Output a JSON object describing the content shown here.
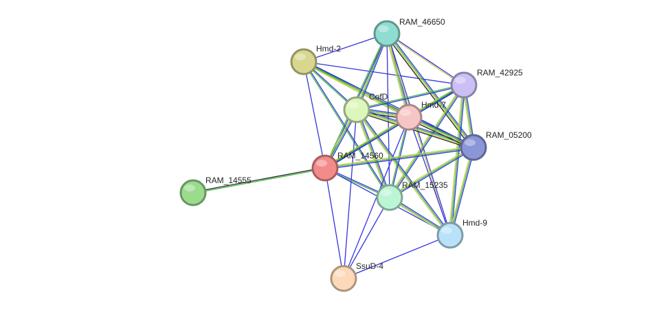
{
  "network": {
    "nodes": [
      {
        "id": "RAM_46650",
        "label": "RAM_46650",
        "color": "#8fdcd0"
      },
      {
        "id": "Hmd-2",
        "label": "Hmd-2",
        "color": "#d9d78f"
      },
      {
        "id": "RAM_42925",
        "label": "RAM_42925",
        "color": "#ccbff5"
      },
      {
        "id": "CofD",
        "label": "CofD",
        "color": "#ddf6bb"
      },
      {
        "id": "Hmd-7",
        "label": "Hmd-7",
        "color": "#f6c6c6"
      },
      {
        "id": "RAM_05200",
        "label": "RAM_05200",
        "color": "#8b96d8"
      },
      {
        "id": "RAM_14560",
        "label": "RAM_14560",
        "color": "#f48b8b"
      },
      {
        "id": "RAM_14555",
        "label": "RAM_14555",
        "color": "#9bdb8e"
      },
      {
        "id": "RAM_15235",
        "label": "RAM_15235",
        "color": "#bcf5d6"
      },
      {
        "id": "Hmd-9",
        "label": "Hmd-9",
        "color": "#b9e2f8"
      },
      {
        "id": "SsuD-4",
        "label": "SsuD-4",
        "color": "#fcd9b8"
      }
    ],
    "edges": [
      {
        "source": "RAM_14560",
        "target": "RAM_14555",
        "colors": [
          "#3cb83c",
          "#222222"
        ]
      },
      {
        "source": "Hmd-2",
        "target": "RAM_46650",
        "colors": [
          "#3333dd"
        ]
      },
      {
        "source": "Hmd-2",
        "target": "RAM_42925",
        "colors": [
          "#3333dd"
        ]
      },
      {
        "source": "Hmd-2",
        "target": "CofD",
        "colors": [
          "#3333dd",
          "#3cb83c"
        ]
      },
      {
        "source": "Hmd-2",
        "target": "Hmd-7",
        "colors": [
          "#3333dd",
          "#3cb83c",
          "#c8c850"
        ]
      },
      {
        "source": "Hmd-2",
        "target": "RAM_05200",
        "colors": [
          "#3333dd",
          "#3cb83c",
          "#c8c850"
        ]
      },
      {
        "source": "Hmd-2",
        "target": "RAM_14560",
        "colors": [
          "#3333dd"
        ]
      },
      {
        "source": "Hmd-2",
        "target": "RAM_15235",
        "colors": [
          "#3333dd",
          "#3cb83c"
        ]
      },
      {
        "source": "RAM_46650",
        "target": "RAM_42925",
        "colors": [
          "#3333dd",
          "#c8c850"
        ]
      },
      {
        "source": "RAM_46650",
        "target": "CofD",
        "colors": [
          "#3333dd",
          "#3cb83c",
          "#c8c850"
        ]
      },
      {
        "source": "RAM_46650",
        "target": "Hmd-7",
        "colors": [
          "#3333dd",
          "#3cb83c",
          "#c8c850"
        ]
      },
      {
        "source": "RAM_46650",
        "target": "RAM_05200",
        "colors": [
          "#3333dd",
          "#3cb83c",
          "#c8c850",
          "#222222"
        ]
      },
      {
        "source": "RAM_46650",
        "target": "RAM_14560",
        "colors": [
          "#3333dd",
          "#3cb83c"
        ]
      },
      {
        "source": "RAM_46650",
        "target": "RAM_15235",
        "colors": [
          "#3333dd"
        ]
      },
      {
        "source": "RAM_46650",
        "target": "Hmd-9",
        "colors": [
          "#3333dd",
          "#c8c850"
        ]
      },
      {
        "source": "RAM_42925",
        "target": "CofD",
        "colors": [
          "#3333dd",
          "#3cb83c"
        ]
      },
      {
        "source": "RAM_42925",
        "target": "Hmd-7",
        "colors": [
          "#3333dd",
          "#3cb83c",
          "#c8c850"
        ]
      },
      {
        "source": "RAM_42925",
        "target": "RAM_05200",
        "colors": [
          "#3333dd",
          "#3cb83c",
          "#c8c850"
        ]
      },
      {
        "source": "RAM_42925",
        "target": "RAM_14560",
        "colors": [
          "#3333dd",
          "#3cb83c"
        ]
      },
      {
        "source": "RAM_42925",
        "target": "RAM_15235",
        "colors": [
          "#3333dd",
          "#3cb83c",
          "#c8c850"
        ]
      },
      {
        "source": "RAM_42925",
        "target": "Hmd-9",
        "colors": [
          "#3333dd",
          "#3cb83c",
          "#c8c850"
        ]
      },
      {
        "source": "CofD",
        "target": "Hmd-7",
        "colors": [
          "#3333dd",
          "#3cb83c",
          "#c8c850",
          "#222222"
        ]
      },
      {
        "source": "CofD",
        "target": "RAM_05200",
        "colors": [
          "#3333dd",
          "#3cb83c",
          "#c8c850",
          "#222222"
        ]
      },
      {
        "source": "CofD",
        "target": "RAM_14560",
        "colors": [
          "#3333dd",
          "#3cb83c",
          "#c8c850"
        ]
      },
      {
        "source": "CofD",
        "target": "RAM_15235",
        "colors": [
          "#3333dd",
          "#3cb83c",
          "#c8c850"
        ]
      },
      {
        "source": "CofD",
        "target": "Hmd-9",
        "colors": [
          "#3333dd",
          "#3cb83c",
          "#c8c850"
        ]
      },
      {
        "source": "CofD",
        "target": "SsuD-4",
        "colors": [
          "#3333dd"
        ]
      },
      {
        "source": "Hmd-7",
        "target": "RAM_05200",
        "colors": [
          "#3333dd",
          "#3cb83c",
          "#c8c850",
          "#222222"
        ]
      },
      {
        "source": "Hmd-7",
        "target": "RAM_14560",
        "colors": [
          "#3333dd",
          "#3cb83c",
          "#c8c850"
        ]
      },
      {
        "source": "Hmd-7",
        "target": "RAM_15235",
        "colors": [
          "#3333dd",
          "#3cb83c"
        ]
      },
      {
        "source": "Hmd-7",
        "target": "Hmd-9",
        "colors": [
          "#3333dd"
        ]
      },
      {
        "source": "Hmd-7",
        "target": "SsuD-4",
        "colors": [
          "#3333dd"
        ]
      },
      {
        "source": "RAM_05200",
        "target": "RAM_14560",
        "colors": [
          "#3333dd",
          "#3cb83c",
          "#c8c850"
        ]
      },
      {
        "source": "RAM_05200",
        "target": "RAM_15235",
        "colors": [
          "#3333dd",
          "#3cb83c",
          "#c8c850"
        ]
      },
      {
        "source": "RAM_05200",
        "target": "Hmd-9",
        "colors": [
          "#3333dd",
          "#3cb83c",
          "#c8c850"
        ]
      },
      {
        "source": "RAM_14560",
        "target": "RAM_15235",
        "colors": [
          "#3333dd",
          "#3cb83c"
        ]
      },
      {
        "source": "RAM_14560",
        "target": "Hmd-9",
        "colors": [
          "#3333dd"
        ]
      },
      {
        "source": "RAM_14560",
        "target": "SsuD-4",
        "colors": [
          "#3333dd"
        ]
      },
      {
        "source": "RAM_15235",
        "target": "Hmd-9",
        "colors": [
          "#3333dd",
          "#3cb83c",
          "#c8c850"
        ]
      },
      {
        "source": "RAM_15235",
        "target": "SsuD-4",
        "colors": [
          "#3333dd"
        ]
      },
      {
        "source": "Hmd-9",
        "target": "SsuD-4",
        "colors": [
          "#3333dd"
        ]
      }
    ]
  }
}
